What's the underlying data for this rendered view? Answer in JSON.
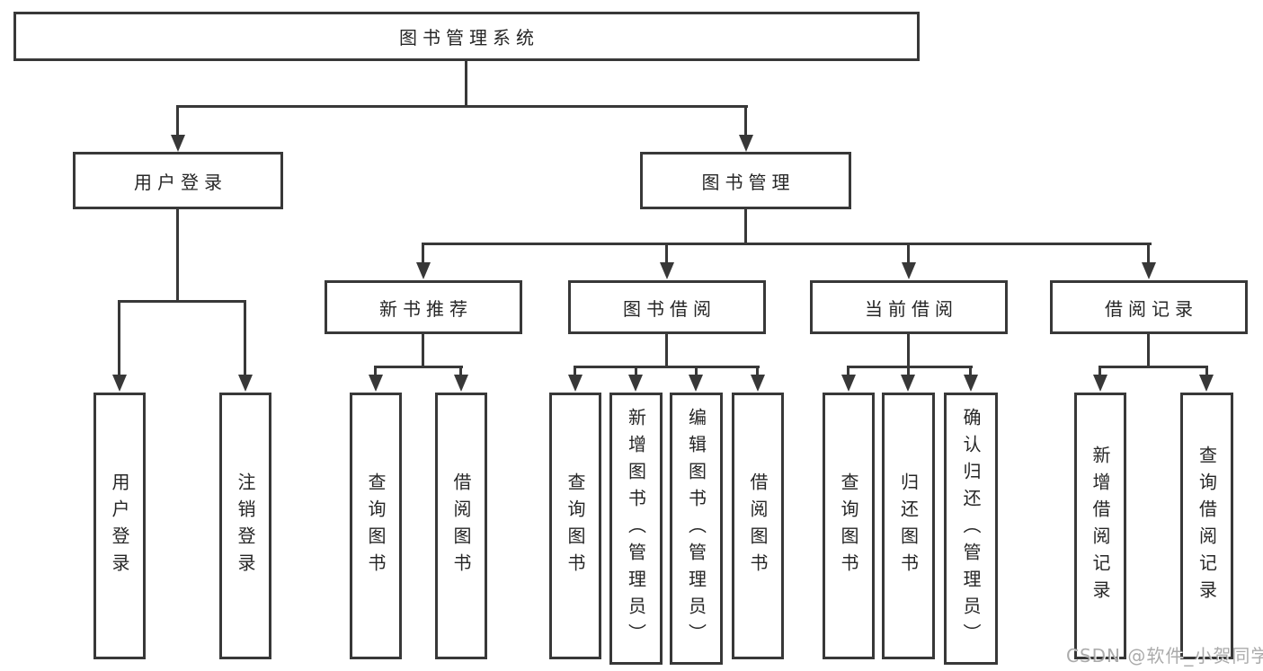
{
  "diagram": {
    "type": "hierarchy-tree",
    "nodes": {
      "root": "图书管理系统",
      "l2": [
        "用户登录",
        "图书管理"
      ],
      "l3": [
        "新书推荐",
        "图书借阅",
        "当前借阅",
        "借阅记录"
      ],
      "leaves": [
        "用户登录",
        "注销登录",
        "查询图书",
        "借阅图书",
        "查询图书",
        "新增图书（管理员）",
        "编辑图书（管理员）",
        "借阅图书",
        "查询图书",
        "归还图书",
        "确认归还（管理员）",
        "新增借阅记录",
        "查询借阅记录"
      ]
    },
    "hierarchy": {
      "图书管理系统": [
        "用户登录",
        "图书管理"
      ],
      "用户登录": [
        "用户登录",
        "注销登录"
      ],
      "图书管理": [
        "新书推荐",
        "图书借阅",
        "当前借阅",
        "借阅记录"
      ],
      "新书推荐": [
        "查询图书",
        "借阅图书"
      ],
      "图书借阅": [
        "查询图书",
        "新增图书（管理员）",
        "编辑图书（管理员）",
        "借阅图书"
      ],
      "当前借阅": [
        "查询图书",
        "归还图书",
        "确认归还（管理员）"
      ],
      "借阅记录": [
        "新增借阅记录",
        "查询借阅记录"
      ]
    },
    "colors": {
      "stroke": "#383838",
      "text": "#262626",
      "background": "#ffffff",
      "watermark_text_color": "#969696"
    }
  },
  "watermark": {
    "text": "CSDN @软件_小贺同学"
  }
}
